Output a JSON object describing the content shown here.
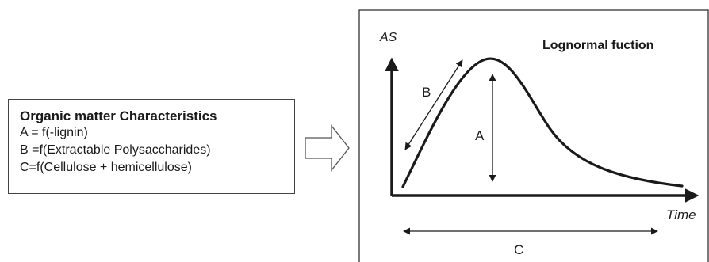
{
  "characteristics_box": {
    "title": "Organic matter Characteristics",
    "lines": [
      "A = f(-lignin)",
      "B =f(Extractable Polysaccharides)",
      "C=f(Cellulose + hemicellulose)"
    ]
  },
  "panel": {
    "title": "Lognormal fuction",
    "y_axis_label": "AS",
    "x_axis_label": "Time",
    "markers": {
      "a": "A",
      "b": "B",
      "c": "C"
    }
  },
  "colors": {
    "ink": "#1a1a1a",
    "box_border": "#444444"
  }
}
